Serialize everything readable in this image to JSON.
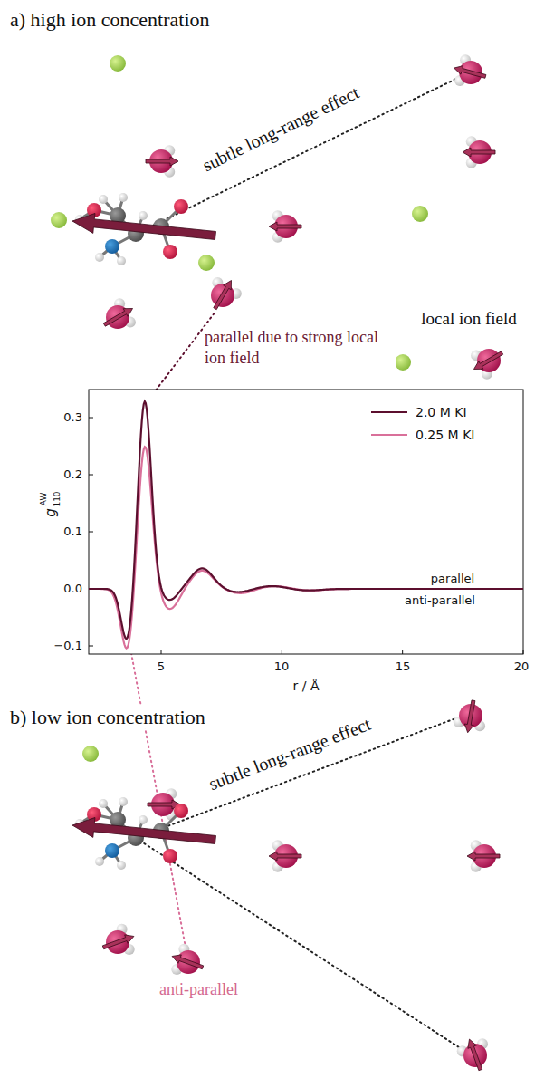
{
  "diagram": {
    "labels": [
      "a) high ion concentration",
      "subtle long-range effect",
      "local ion field",
      "parallel due to strong local ion field",
      "g",
      "AW",
      "110",
      "0.3",
      "0.2",
      "0.1",
      "0.0",
      "−0.1",
      "5",
      "10",
      "15",
      "20",
      "r / Å",
      "parallel",
      "anti-parallel",
      "b) low ion concentration",
      "subtle long-range effect",
      "anti-parallel"
    ],
    "legend": [
      {
        "text": "2.0 M KI"
      },
      {
        "text": "0.25 M KI"
      }
    ]
  }
}
